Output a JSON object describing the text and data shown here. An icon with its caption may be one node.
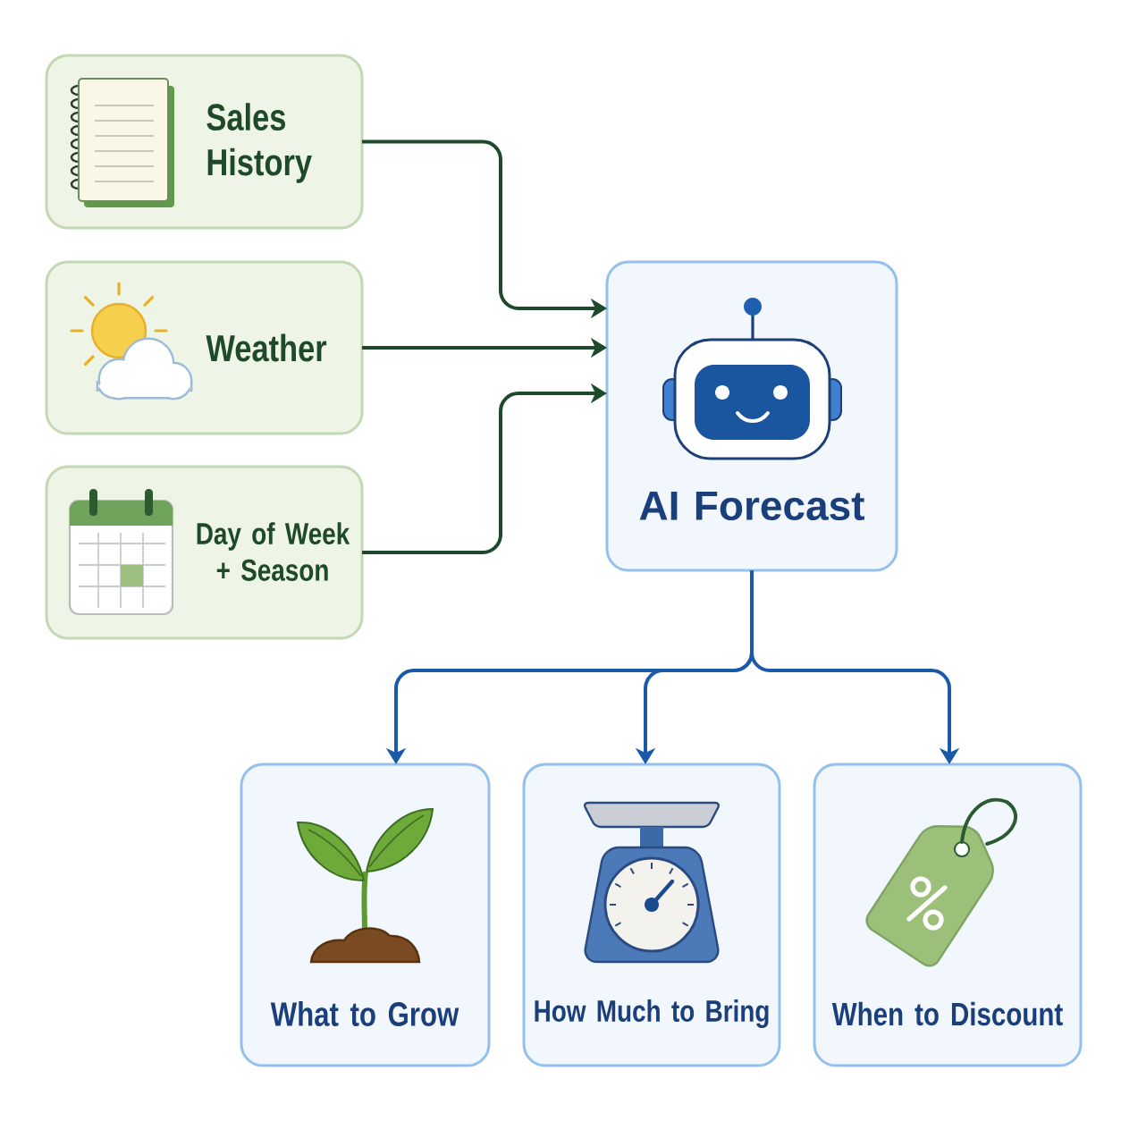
{
  "diagram": {
    "nodes": [
      {
        "text": [
          "Sales History"
        ]
      },
      {
        "text": [
          "Weather"
        ]
      },
      {
        "text": [
          "Day of Week + Season"
        ]
      },
      {
        "text": [
          "AI Forecast"
        ]
      },
      {
        "text": [
          "What to Grow"
        ]
      },
      {
        "text": [
          "How Much to Bring"
        ]
      },
      {
        "text": [
          "When to Discount"
        ]
      }
    ],
    "edges": [
      {
        "from": 0,
        "to": 3,
        "arrow": "to",
        "color": "#1e4a2b"
      },
      {
        "from": 1,
        "to": 3,
        "arrow": "to",
        "color": "#1e4a2b"
      },
      {
        "from": 2,
        "to": 3,
        "arrow": "to",
        "color": "#1e4a2b"
      },
      {
        "from": 3,
        "to": 4,
        "arrow": "to",
        "color": "#1a5aa8"
      },
      {
        "from": 3,
        "to": 5,
        "arrow": "to",
        "color": "#1a5aa8"
      },
      {
        "from": 3,
        "to": 6,
        "arrow": "to",
        "color": "#1a5aa8"
      }
    ]
  }
}
